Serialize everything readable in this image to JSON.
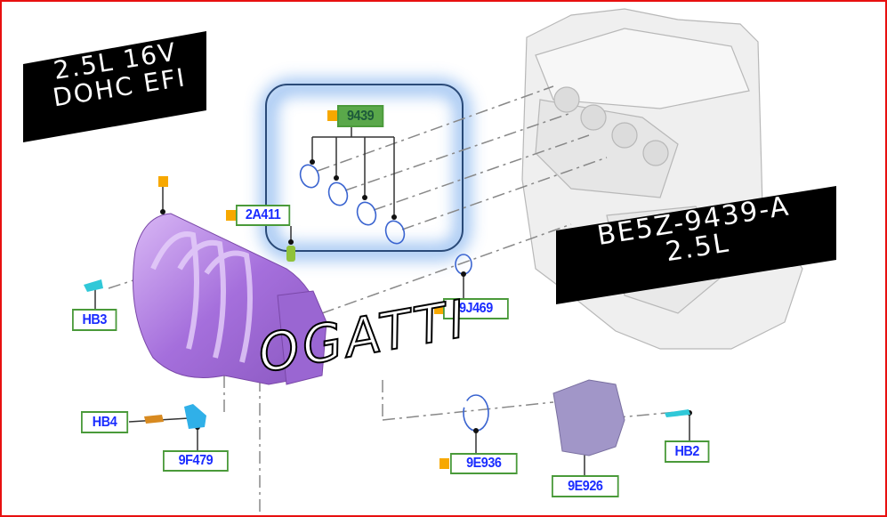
{
  "banners": {
    "engine_spec": {
      "line1": "2.5L 16V",
      "line2": "DOHC EFI"
    },
    "part_number": {
      "line1": "BE5Z-9439-A",
      "line2": "2.5L"
    }
  },
  "watermark": "OGATTI",
  "callouts": {
    "gasket_set": "9439",
    "sensor_2a411": "2A411",
    "hb3": "HB3",
    "gasket_9j469": "9J469",
    "hb4": "HB4",
    "sensor_9f479": "9F479",
    "gasket_9e936": "9E936",
    "hb2": "HB2",
    "throttle_body": "9E926"
  },
  "colors": {
    "frame": "#e81010",
    "callout_border": "#4a9a3a",
    "callout_text": "#1a2cff",
    "highlight": "#2a4a78",
    "manifold": "#b07ae0",
    "marker": "#f7a800"
  }
}
